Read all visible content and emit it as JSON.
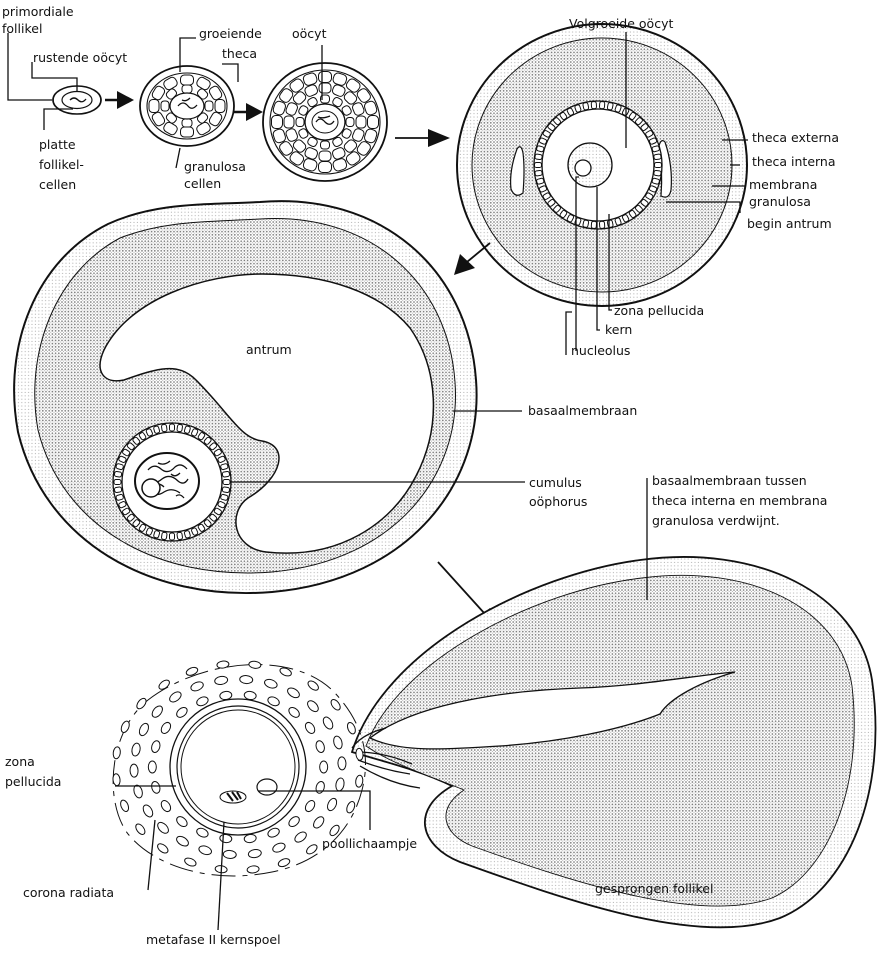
{
  "diagram": {
    "labels": {
      "primordial_1": "primordiale",
      "primordial_2": "follikel",
      "resting_oocyte": "rustende oöcyt",
      "flat_1": "platte",
      "flat_2": "follikel-",
      "flat_3": "cellen",
      "growing_theca_1": "groeiende",
      "growing_theca_2": "theca",
      "granulosa_1": "granulosa",
      "granulosa_2": "cellen",
      "oocyte": "oöcyt",
      "fullgrown_oocyte": "Volgroeide oöcyt",
      "theca_externa": "theca externa",
      "theca_interna": "theca interna",
      "membrana_1": "membrana",
      "membrana_2": "granulosa",
      "begin_antrum": "begin antrum",
      "zona_pellucida_1": "zona pellucida",
      "kern": "kern",
      "nucleolus": "nucleolus",
      "antrum": "antrum",
      "basaalmembraan": "basaalmembraan",
      "cumulus_1": "cumulus",
      "cumulus_2": "oöphorus",
      "bm_note_1": "basaalmembraan tussen",
      "bm_note_2": "theca interna en membrana",
      "bm_note_3": "granulosa verdwijnt.",
      "zona_2a": "zona",
      "zona_2b": "pellucida",
      "corona": "corona radiata",
      "poollichaampje": "poollichaampje",
      "metafase": "metafase II kernspoel",
      "gesprongen": "gesprongen follikel"
    },
    "colors": {
      "ink": "#111111",
      "granulosa_stipple": "#9a9a9a",
      "theca_stipple": "#d2d2d2",
      "paper": "#ffffff"
    }
  }
}
